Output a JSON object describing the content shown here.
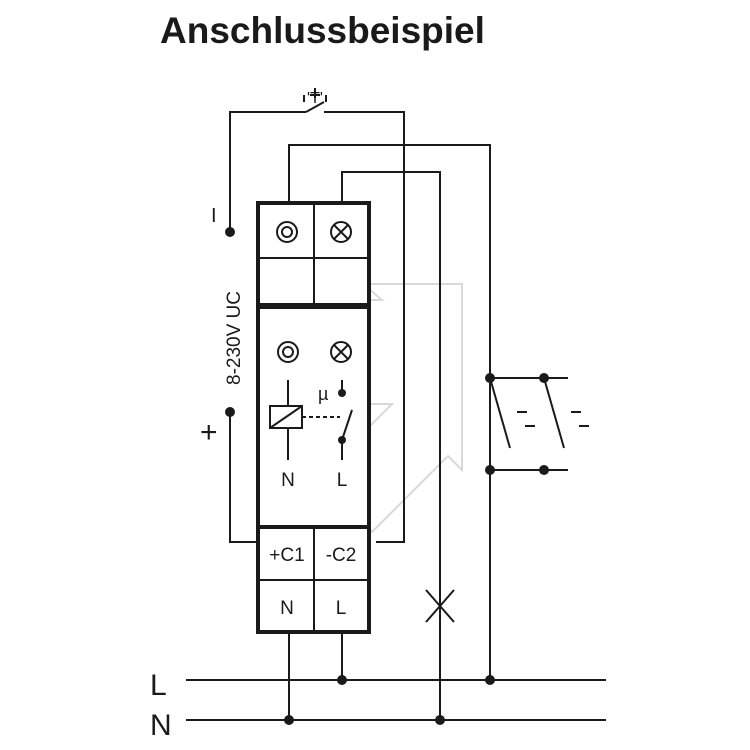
{
  "title": "Anschlussbeispiel",
  "supply": {
    "voltage_label": "8-230V UC",
    "minus_label": "I",
    "plus_label": "+"
  },
  "module": {
    "upper_symbols": [
      "target-symbol",
      "lamp-symbol"
    ],
    "middle_symbols": [
      "target-symbol",
      "lamp-symbol"
    ],
    "contact_label": "µ",
    "inner_labels": [
      "N",
      "L"
    ],
    "control_terminals": [
      "+C1",
      "-C2"
    ],
    "power_terminals": [
      "N",
      "L"
    ]
  },
  "push_button_label": "'T'",
  "lines": {
    "L": "L",
    "N": "N"
  },
  "colors": {
    "line": "#1a1a1a",
    "watermark": "#d9d9d9",
    "background": "#ffffff"
  }
}
